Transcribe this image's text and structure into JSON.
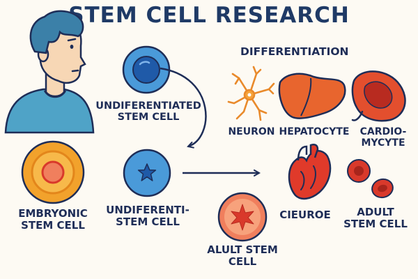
{
  "title": "STEM CELL RESEARCH",
  "section_heading": "DIFFERENTIATION",
  "cells": {
    "undifferentiated_top": {
      "line1": "UNDIFERENTIATED",
      "line2": "STEM CELL"
    },
    "embryonic": {
      "line1": "EMBRYONIC",
      "line2": "STEM CELL"
    },
    "undifferentiated_mid": {
      "line1": "UNDIFERENTI-",
      "line2": "STEM CELL"
    },
    "alult": {
      "line1": "ALULT STEM",
      "line2": "CELL"
    }
  },
  "differentiated": {
    "neuron": "NEURON",
    "hepatocyte": "HEPATOCYTE",
    "cardio": {
      "line1": "CARDIO-",
      "line2": "MYCYTE"
    },
    "heart": "CIEUROE",
    "adult": {
      "line1": "ADULT",
      "line2": "STEM CELL"
    }
  },
  "colors": {
    "navy": "#1e2d57",
    "cell_blue": "#4a9ad9",
    "cell_core_blue": "#1f5aa8",
    "embryonic_orange": "#f2a22c",
    "embryonic_inner": "#f7b94a",
    "salmon": "#f07f5d",
    "red": "#d9392b",
    "skin": "#f7d7b5",
    "hair": "#3b80a8",
    "shirt": "#4fa3c7"
  }
}
